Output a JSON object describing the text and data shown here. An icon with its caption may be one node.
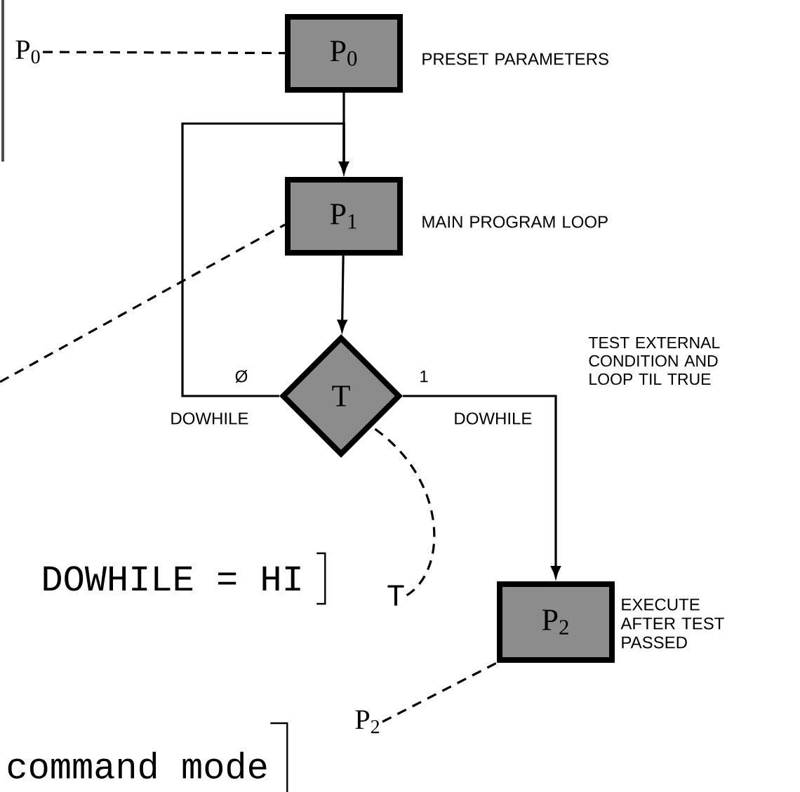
{
  "diagram": {
    "nodes": [
      {
        "text": [
          "P$_{0}$"
        ],
        "beside": [
          "PRESET PARAMETERS"
        ]
      },
      {
        "text": [
          "P$_{1}$"
        ],
        "beside": [
          "MAIN PROGRAM LOOP"
        ]
      },
      {
        "text": [
          "T"
        ]
      },
      {
        "text": [
          "P$_{2}$"
        ],
        "beside": [
          "EXECUTE AFTER TEST PASSED"
        ]
      },
      {
        "text": [
          "P$_{0}$"
        ]
      },
      {
        "text": [
          "P$_{2}$"
        ]
      },
      {
        "text": [
          "T"
        ]
      }
    ],
    "edges": [
      {
        "from": 0,
        "to": 1,
        "arrow": "to"
      },
      {
        "from": 1,
        "to": 2,
        "arrow": "to"
      },
      {
        "from": 2,
        "to": 1,
        "arrow": "to",
        "label": "Ø"
      },
      {
        "from": 2,
        "to": 3,
        "arrow": "to",
        "label": "1"
      },
      {
        "from": 4,
        "to": 0,
        "arrow": "none",
        "style": "dashed"
      },
      {
        "from": null,
        "to": 1,
        "arrow": "none",
        "style": "dashed"
      },
      {
        "from": 6,
        "to": 2,
        "arrow": "none",
        "style": "dashed"
      },
      {
        "from": 5,
        "to": 3,
        "arrow": "none",
        "style": "dashed"
      }
    ],
    "labels": [
      "TEST EXTERNAL CONDITION AND LOOP TIL TRUE",
      "DOWHILE",
      "DOWHILE",
      "DOWHILE = HI",
      "command mode"
    ]
  }
}
